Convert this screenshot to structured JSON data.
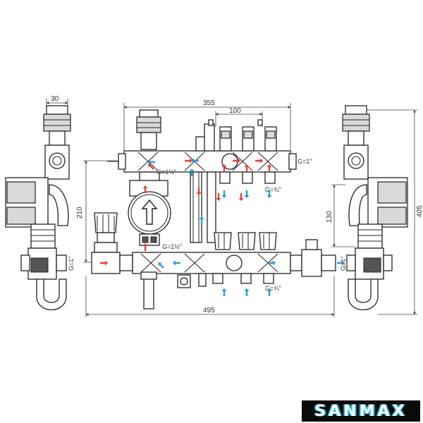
{
  "dimensions": {
    "width_top": "355",
    "valve_spacing": "100",
    "side_width": "30",
    "total_width": "495",
    "height_total": "405",
    "height_left": "210",
    "height_right": "130"
  },
  "thread_labels": {
    "top_right": "G=1\"",
    "pump_top": "G=1½\"",
    "pump_bottom": "G=1½\"",
    "outlets_top": "G=¾\"",
    "outlets_bottom": "G=¾\"",
    "inlet_left": "G=1\"",
    "inlet_right": "G=1\""
  },
  "colors": {
    "hot_arrow": "#e0413a",
    "cold_arrow": "#2e9ad6"
  },
  "brand": "SANMAX"
}
